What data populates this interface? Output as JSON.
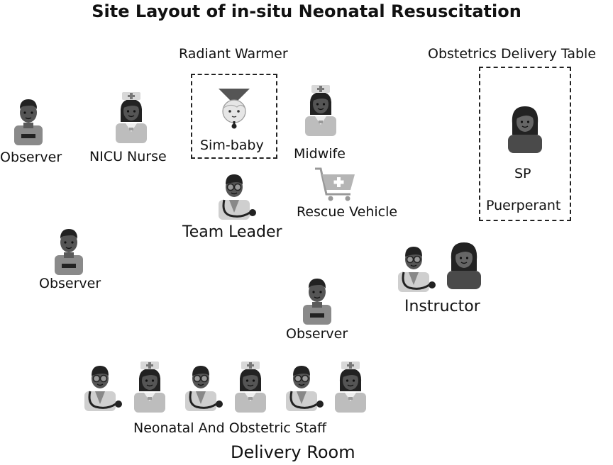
{
  "title": "Site Layout of in-situ Neonatal Resuscitation",
  "labels": {
    "radiant_warmer": "Radiant Warmer",
    "obstetrics_table": "Obstetrics Delivery Table",
    "sim_baby": "Sim-baby",
    "observer": "Observer",
    "nicu_nurse": "NICU Nurse",
    "midwife": "Midwife",
    "rescue_vehicle": "Rescue Vehicle",
    "team_leader": "Team Leader",
    "sp": "SP",
    "puerperant": "Puerperant",
    "instructor": "Instructor",
    "staff": "Neonatal And Obstetric Staff",
    "room": "Delivery Room"
  },
  "icons": {
    "observer": "man-observer-icon",
    "nurse": "nurse-icon",
    "doctor": "doctor-stethoscope-icon",
    "woman": "woman-icon",
    "baby": "baby-warmer-icon",
    "cart": "shopping-cart-icon"
  }
}
